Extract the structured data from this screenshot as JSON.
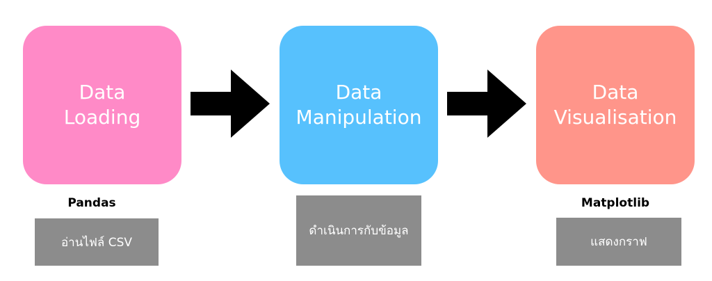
{
  "stages": [
    {
      "line1": "Data",
      "line2": "Loading",
      "color": "#ff8ac7"
    },
    {
      "line1": "Data",
      "line2": "Manipulation",
      "color": "#57c1fd"
    },
    {
      "line1": "Data",
      "line2": "Visualisation",
      "color": "#ff958a"
    }
  ],
  "libraries": {
    "loading": "Pandas",
    "visualisation": "Matplotlib"
  },
  "notes": {
    "loading": "อ่านไฟล์ CSV",
    "manipulation": "ดำเนินการกับข้อมูล",
    "visualisation": "แสดงกราฟ"
  },
  "arrow_color": "#000000",
  "note_color": "#8c8c8c"
}
